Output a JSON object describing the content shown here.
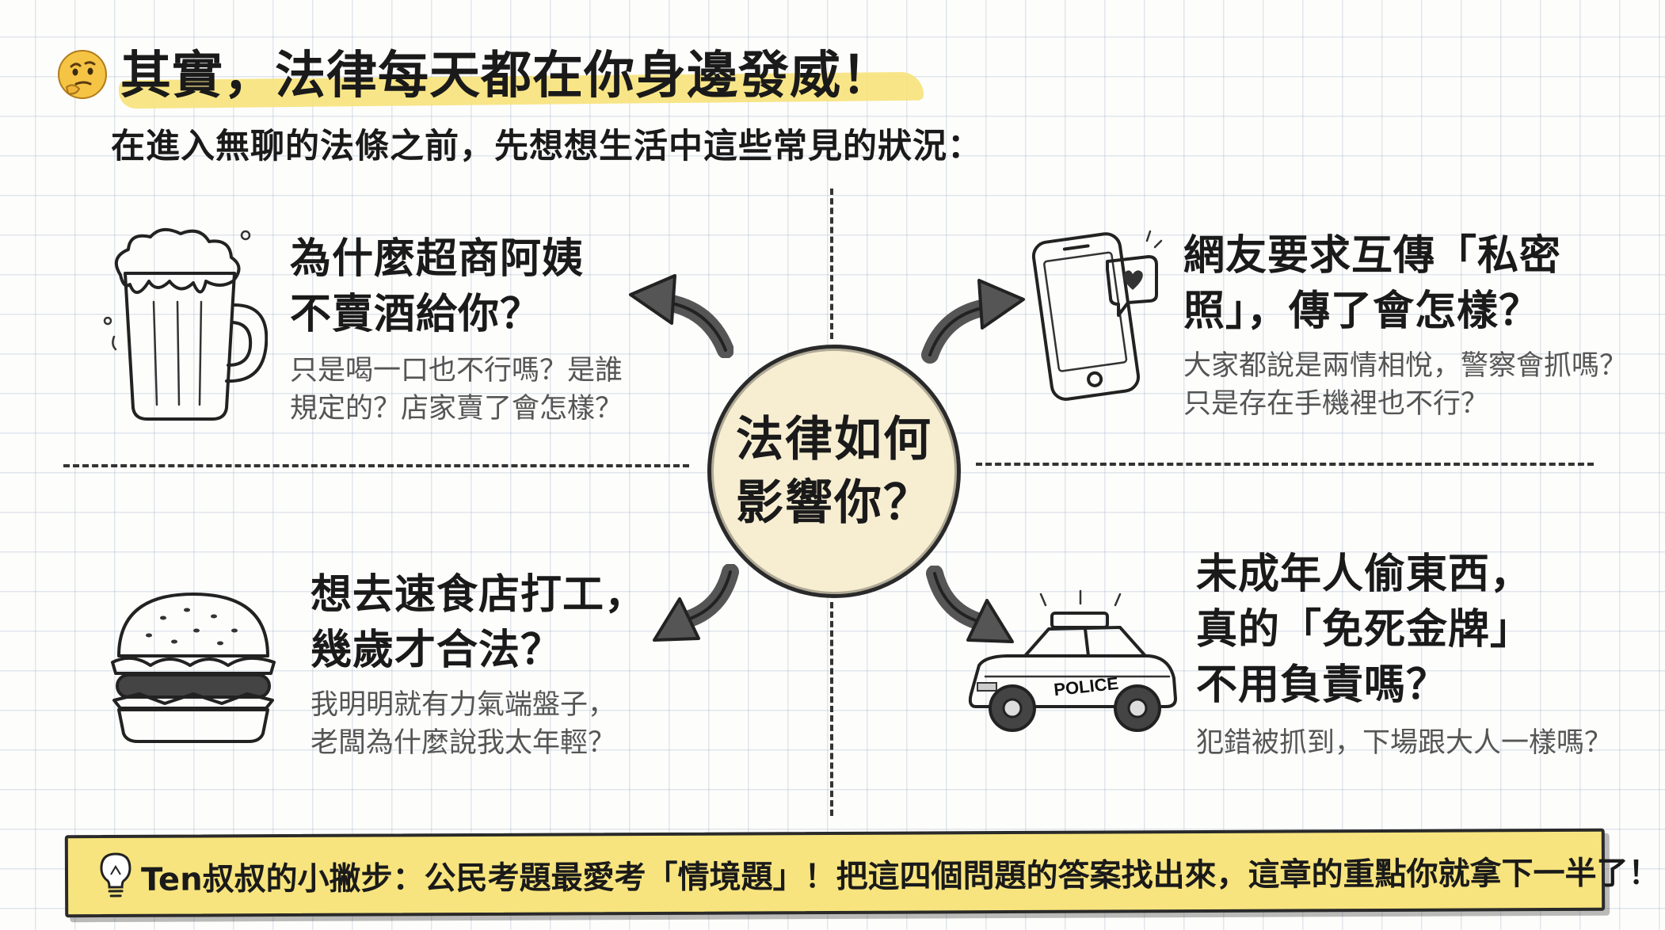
{
  "header": {
    "title": "其實，法律每天都在你身邊發威！",
    "subtitle": "在進入無聊的法條之前，先想想生活中這些常見的狀況："
  },
  "center": {
    "line1": "法律如何",
    "line2": "影響你？"
  },
  "quadrants": [
    {
      "icon": "beer-mug-icon",
      "title_lines": [
        "為什麼超商阿姨",
        "不賣酒給你？"
      ],
      "sub_lines": [
        "只是喝一口也不行嗎？是誰",
        "規定的？店家賣了會怎樣？"
      ]
    },
    {
      "icon": "smartphone-heart-icon",
      "title_lines": [
        "網友要求互傳「私密",
        "照」，傳了會怎樣？"
      ],
      "sub_lines": [
        "大家都說是兩情相悅，警察會抓嗎？",
        "只是存在手機裡也不行？"
      ]
    },
    {
      "icon": "hamburger-icon",
      "title_lines": [
        "想去速食店打工，",
        "幾歲才合法？"
      ],
      "sub_lines": [
        "我明明就有力氣端盤子，",
        "老闆為什麼說我太年輕？"
      ]
    },
    {
      "icon": "police-car-icon",
      "title_lines": [
        "未成年人偷東西，",
        "真的「免死金牌」",
        "不用負責嗎？"
      ],
      "sub_lines": [
        "犯錯被抓到，下場跟大人一樣嗎？"
      ]
    }
  ],
  "police_label": "POLICE",
  "tip": {
    "text": "Ten叔叔的小撇步：公民考題最愛考「情境題」！把這四個問題的答案找出來，這章的重點你就拿下一半了！"
  },
  "colors": {
    "highlight": "#f7e27a",
    "center_fill": "#f7eed2",
    "ink": "#222222"
  }
}
